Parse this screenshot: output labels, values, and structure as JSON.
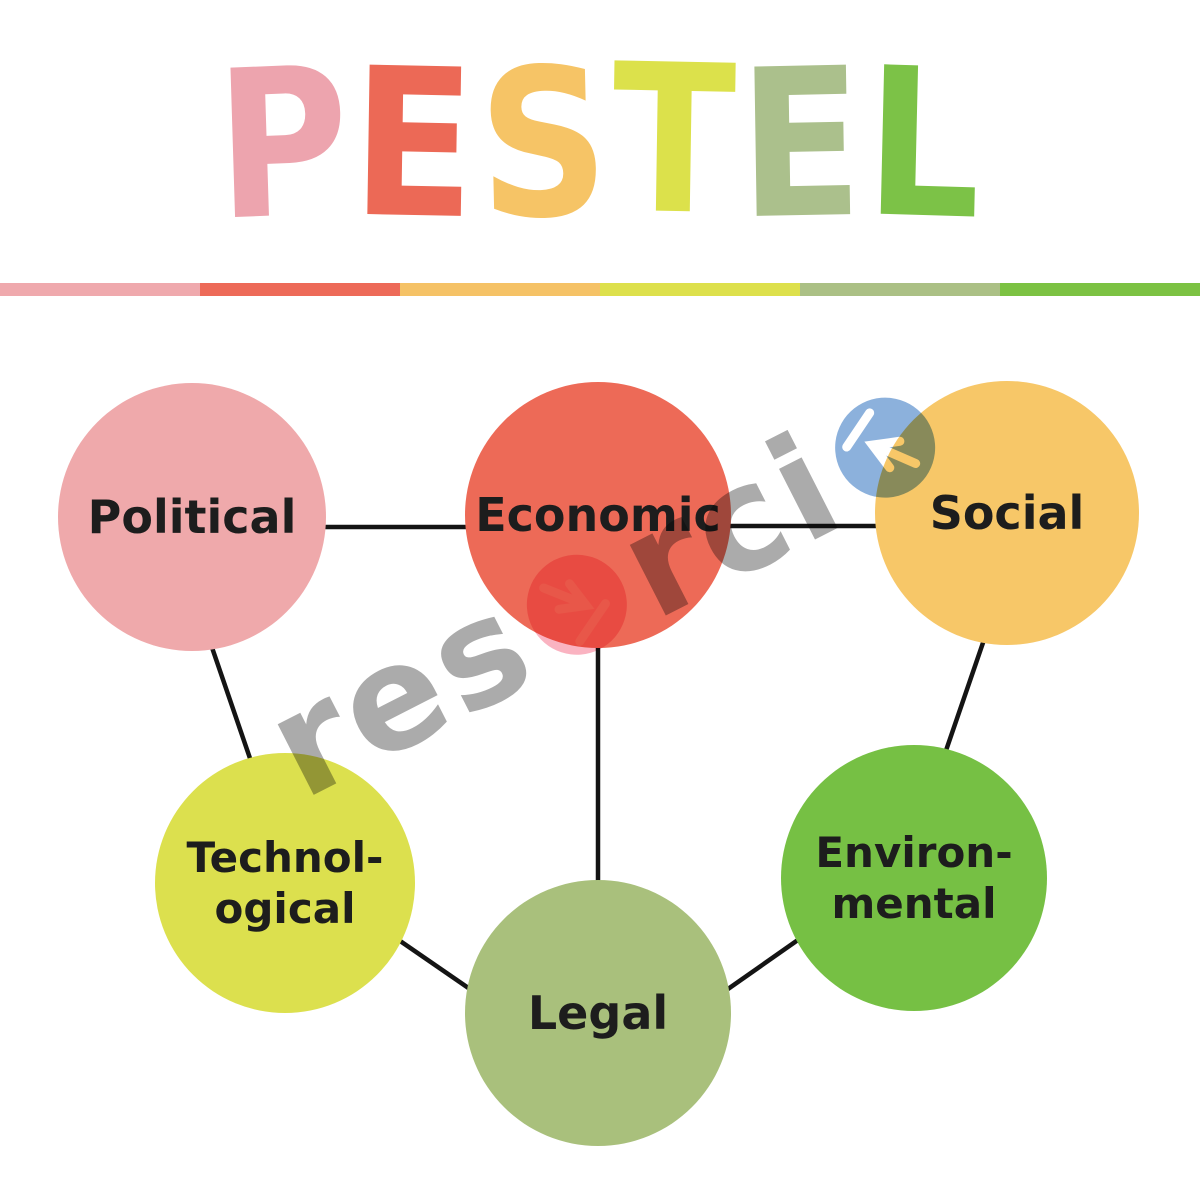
{
  "title": {
    "text": "PESTEL",
    "letters": [
      {
        "char": "P",
        "color": "#eda4ae"
      },
      {
        "char": "E",
        "color": "#ec6956"
      },
      {
        "char": "S",
        "color": "#f6c466"
      },
      {
        "char": "T",
        "color": "#dce14b"
      },
      {
        "char": "E",
        "color": "#abc08c"
      },
      {
        "char": "L",
        "color": "#7cc247"
      }
    ]
  },
  "divider_segments": [
    "#efa9ad",
    "#ed6a58",
    "#f5c266",
    "#dde04c",
    "#abc085",
    "#7cc243"
  ],
  "diagram": {
    "nodes": [
      {
        "id": "political",
        "lines": [
          "Political"
        ],
        "color": "#efa9ab"
      },
      {
        "id": "economic",
        "lines": [
          "Economic"
        ],
        "color": "#ed6a57"
      },
      {
        "id": "social",
        "lines": [
          "Social"
        ],
        "color": "#f7c768"
      },
      {
        "id": "technological",
        "lines": [
          "Technol-",
          "ogical"
        ],
        "color": "#dce04e"
      },
      {
        "id": "environmental",
        "lines": [
          "Environ-",
          "mental"
        ],
        "color": "#76c044"
      },
      {
        "id": "legal",
        "lines": [
          "Legal"
        ],
        "color": "#a9c07c"
      }
    ],
    "edges": [
      {
        "from": "political",
        "to": "economic"
      },
      {
        "from": "economic",
        "to": "social"
      },
      {
        "from": "political",
        "to": "technological"
      },
      {
        "from": "economic",
        "to": "legal"
      },
      {
        "from": "social",
        "to": "environmental"
      },
      {
        "from": "technological",
        "to": "legal"
      },
      {
        "from": "legal",
        "to": "environmental"
      }
    ],
    "line_color": "#141414",
    "label_color": "#1d1d1d"
  },
  "watermark": {
    "text": "resorcio",
    "letter_color": "#ababab",
    "segments": [
      {
        "type": "text",
        "value": "res"
      },
      {
        "type": "icon",
        "name": "arrow-down-right-icon",
        "circle_color": "rgba(247,139,160,0.65)",
        "arrow_color": "#fad0d4"
      },
      {
        "type": "text",
        "value": "rci"
      },
      {
        "type": "icon",
        "name": "arrow-up-left-icon",
        "circle_color": "rgba(111,158,211,0.8)",
        "arrow_color": "#ffffff"
      }
    ]
  }
}
